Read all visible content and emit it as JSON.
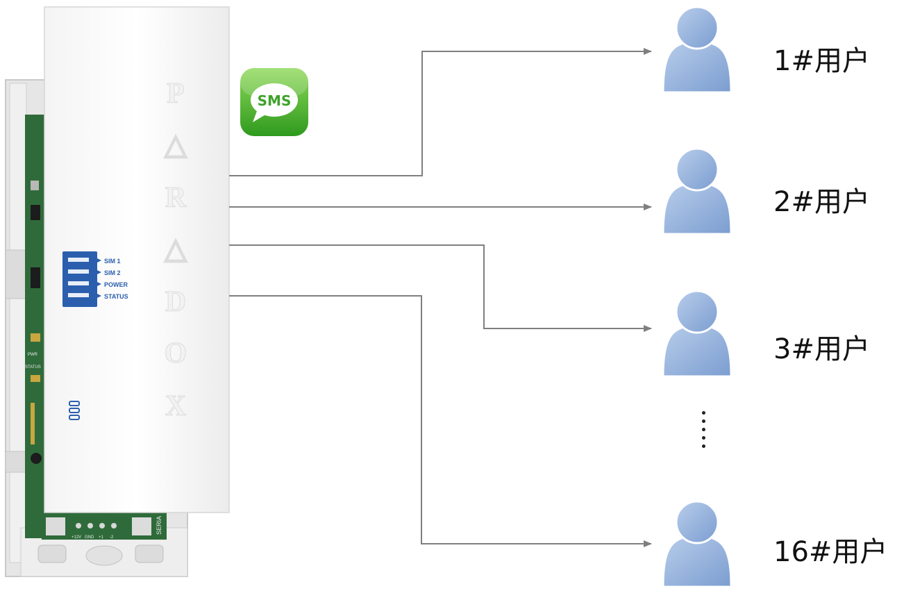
{
  "device": {
    "brand_letters": [
      "P",
      "△",
      "R",
      "△",
      "D",
      "O",
      "X"
    ],
    "leds": [
      "SIM 1",
      "SIM 2",
      "POWER",
      "STATUS"
    ],
    "board_text": {
      "pwr": "PWR",
      "status": "STATUS",
      "serial": "SERIA",
      "terminals": [
        "+12V",
        "GND",
        "+1",
        "-2"
      ]
    }
  },
  "sms_icon": {
    "label": "SMS",
    "color": "#4cae2e"
  },
  "colors": {
    "arrow": "#7f7f7f",
    "user_body": "#8aa9d6",
    "user_outline": "#5a7fb5"
  },
  "users": [
    "1#用户",
    "2#用户",
    "3#用户",
    "16#用户"
  ]
}
